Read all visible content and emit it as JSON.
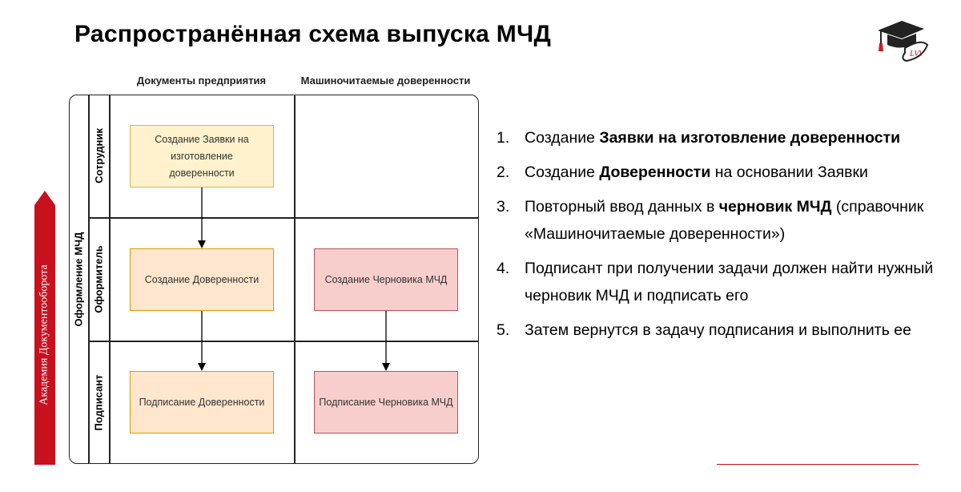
{
  "title": "Распространённая схема выпуска МЧД",
  "logo": {
    "text": "LVV"
  },
  "side_arrow": {
    "label": "Академия Документооборота",
    "color": "#c8101e"
  },
  "diagram": {
    "pool_label": "Оформление МЧД",
    "columns": [
      "Документы предприятия",
      "Машиночитаемые доверенности"
    ],
    "lanes": [
      "Сотрудник",
      "Оформитель",
      "Подписант"
    ],
    "boxes": {
      "request": "Создание Заявки на изготовление доверенности",
      "create_poa": "Создание Доверенности",
      "sign_poa": "Подписание Доверенности",
      "create_draft": "Создание Черновика МЧД",
      "sign_draft": "Подписание Черновика МЧД"
    }
  },
  "steps": [
    {
      "n": "1.",
      "a": "Создание ",
      "b": "Заявки на изготовление доверенности",
      "c": ""
    },
    {
      "n": "2.",
      "a": "Создание ",
      "b": "Доверенности",
      "c": " на основании Заявки"
    },
    {
      "n": "3.",
      "a": "Повторный ввод данных в ",
      "b": "черновик МЧД",
      "c": " (справочник «Машиночитаемые доверенности»)"
    },
    {
      "n": "4.",
      "a": "Подписант при получении задачи должен найти нужный черновик МЧД и подписать его",
      "b": "",
      "c": ""
    },
    {
      "n": "5.",
      "a": "Затем вернутся в задачу подписания и выполнить ее",
      "b": "",
      "c": ""
    }
  ]
}
